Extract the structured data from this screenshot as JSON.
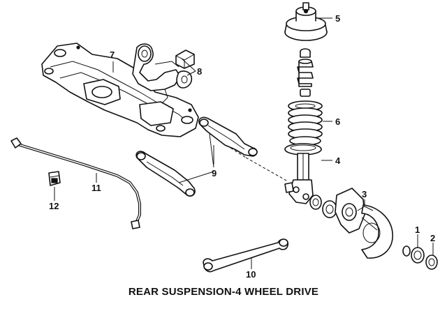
{
  "caption": "REAR SUSPENSION-4 WHEEL DRIVE",
  "callouts": {
    "c1": "1",
    "c2": "2",
    "c3": "3",
    "c4": "4",
    "c5": "5",
    "c6": "6",
    "c7": "7",
    "c8": "8",
    "c9": "9",
    "c10": "10",
    "c11": "11",
    "c12": "12"
  },
  "colors": {
    "ink": "#111111",
    "background": "#ffffff"
  }
}
